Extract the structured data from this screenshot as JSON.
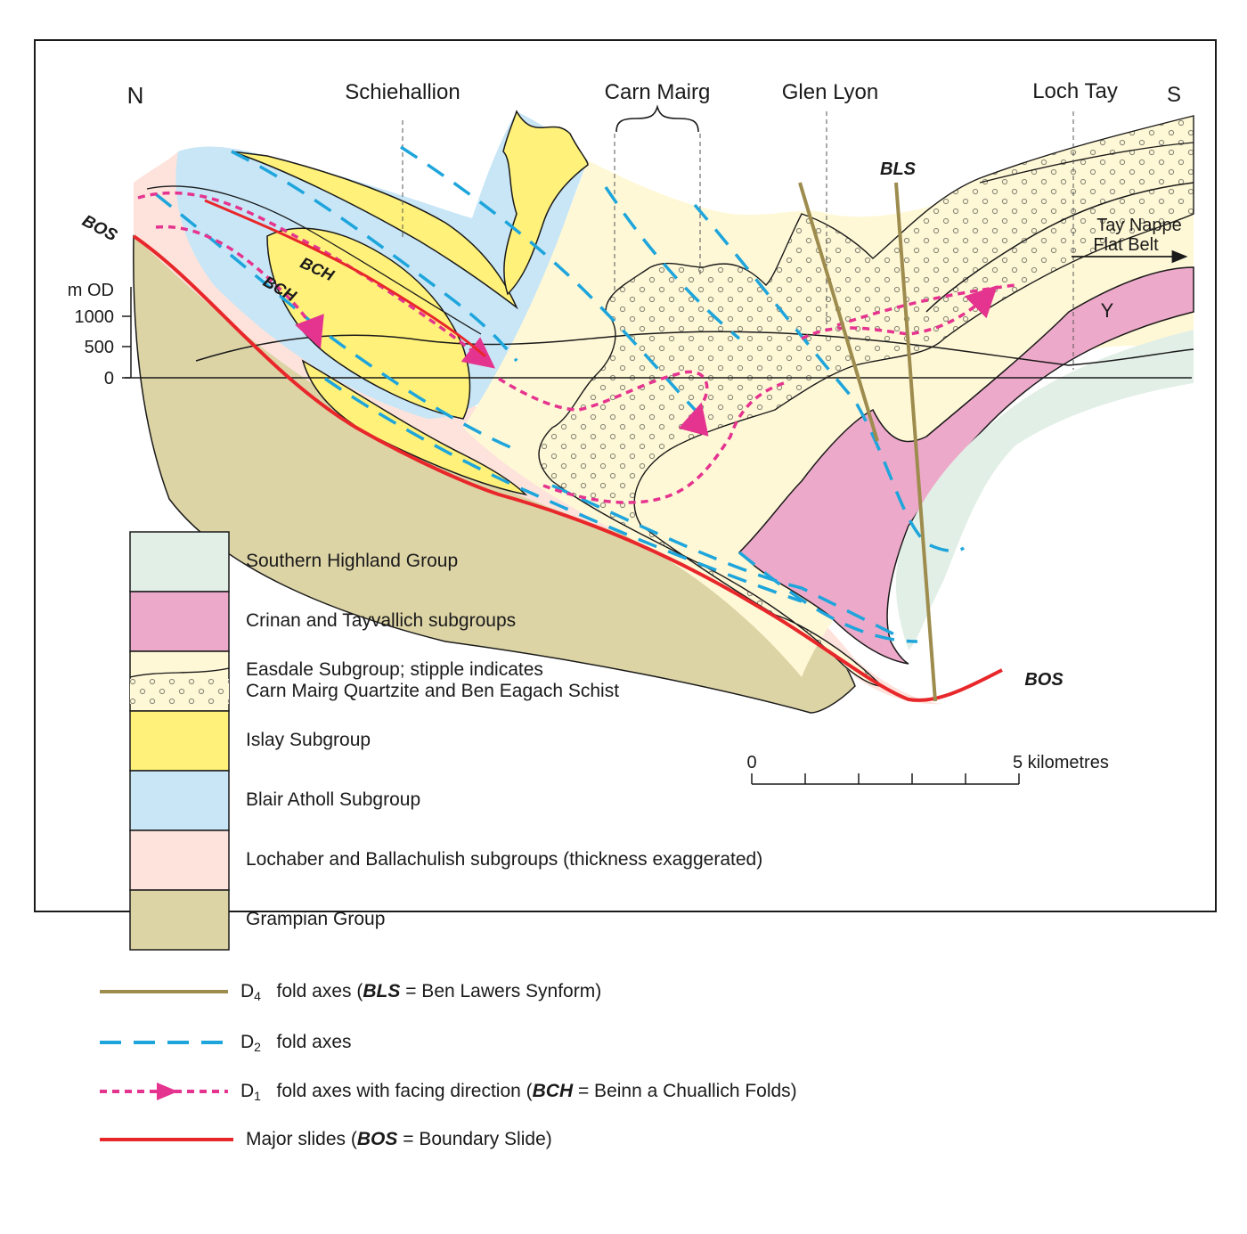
{
  "section": {
    "north": "N",
    "south": "S",
    "places": {
      "schiehallion": "Schiehallion",
      "carn_mairg": "Carn Mairg",
      "glen_lyon": "Glen Lyon",
      "loch_tay": "Loch Tay"
    },
    "structure_labels": {
      "bos_left": "BOS",
      "bos_right": "BOS",
      "bch_upper": "BCH",
      "bch_lower": "BCH",
      "bls": "BLS",
      "tay_nappe_1": "Tay Nappe",
      "tay_nappe_2": "Flat Belt",
      "y": "Y"
    },
    "height_axis": {
      "unit": "m OD",
      "ticks": [
        "1000",
        "500",
        "0"
      ]
    }
  },
  "scale_bar": {
    "start": "0",
    "end": "5 kilometres"
  },
  "legend": {
    "units": [
      {
        "label": "Southern Highland Group",
        "color": "#e2efe6"
      },
      {
        "label": "Crinan and Tayvallich subgroups",
        "color": "#eda9c9"
      },
      {
        "label_line1": "Easdale Subgroup; stipple indicates",
        "label_line2": "Carn Mairg Quartzite and  Ben Eagach Schist",
        "color": "#fff8d6"
      },
      {
        "label": "Islay Subgroup",
        "color": "#fff17a"
      },
      {
        "label": "Blair Atholl Subgroup",
        "color": "#c8e6f6"
      },
      {
        "label": "Lochaber and Ballachulish subgroups (thickness exaggerated)",
        "color": "#fde3dc"
      },
      {
        "label": "Grampian Group",
        "color": "#ddd4a6"
      }
    ],
    "lines": [
      {
        "prefix": "D",
        "subscript": "4",
        "text_before": "fold axes (",
        "abbr": "BLS",
        "text_after": " = Ben Lawers Synform)",
        "color": "#9d8c4e"
      },
      {
        "prefix": "D",
        "subscript": "2",
        "text_before": "fold axes",
        "abbr": "",
        "text_after": "",
        "color": "#1ea5dc"
      },
      {
        "prefix": "D",
        "subscript": "1",
        "text_before": "fold axes with facing direction (",
        "abbr": "BCH",
        "text_after": " = Beinn a Chuallich Folds)",
        "color": "#e5348f"
      },
      {
        "prefix": "",
        "subscript": "",
        "text_before": "Major slides (",
        "abbr": "BOS",
        "text_after": " = Boundary Slide)",
        "color": "#e8272b"
      }
    ]
  }
}
